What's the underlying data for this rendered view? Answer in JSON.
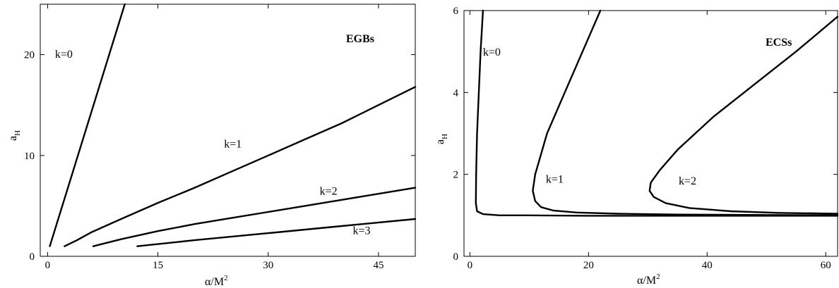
{
  "chart_data": [
    {
      "type": "line",
      "title": "EGBs",
      "xlabel_base": "α/M",
      "xlabel_sup": "2",
      "ylabel_base": "a",
      "ylabel_sub": "H",
      "xlim": [
        -1,
        50
      ],
      "ylim": [
        0,
        25
      ],
      "xticks": [
        0,
        15,
        30,
        45
      ],
      "yticks": [
        0,
        10,
        20
      ],
      "series": [
        {
          "name": "k=0",
          "x": [
            0.3,
            10.5
          ],
          "y": [
            1.0,
            25.0
          ]
        },
        {
          "name": "k=1",
          "x": [
            2.3,
            4,
            6,
            10,
            15,
            20,
            25,
            30,
            35,
            40,
            45,
            50
          ],
          "y": [
            1.0,
            1.6,
            2.4,
            3.7,
            5.3,
            6.8,
            8.4,
            10.0,
            11.6,
            13.2,
            15.0,
            16.8
          ]
        },
        {
          "name": "k=2",
          "x": [
            6.2,
            10,
            15,
            20,
            25,
            30,
            35,
            40,
            45,
            50
          ],
          "y": [
            1.0,
            1.7,
            2.5,
            3.2,
            3.8,
            4.4,
            5.0,
            5.6,
            6.2,
            6.8
          ]
        },
        {
          "name": "k=3",
          "x": [
            12.2,
            20,
            30,
            40,
            50
          ],
          "y": [
            1.0,
            1.6,
            2.3,
            3.0,
            3.7
          ]
        }
      ],
      "labels": [
        {
          "text": "k=0",
          "x": 1.0,
          "y": 19.7
        },
        {
          "text": "k=1",
          "x": 24.0,
          "y": 10.8
        },
        {
          "text": "k=2",
          "x": 37.0,
          "y": 6.1
        },
        {
          "text": "k=3",
          "x": 41.5,
          "y": 2.2
        }
      ]
    },
    {
      "type": "line",
      "title": "ECSs",
      "xlabel_base": "α/M",
      "xlabel_sup": "2",
      "ylabel_base": "a",
      "ylabel_sub": "H",
      "xlim": [
        -1,
        62
      ],
      "ylim": [
        0,
        6
      ],
      "xticks": [
        0,
        20,
        40,
        60
      ],
      "yticks": [
        0,
        2,
        4,
        6
      ],
      "series": [
        {
          "name": "k=0",
          "x": [
            2.2,
            1.8,
            1.5,
            1.2,
            1.05,
            1.0,
            1.2,
            2.2,
            5,
            10,
            20,
            40,
            62
          ],
          "y": [
            6.0,
            5.0,
            4.0,
            3.0,
            2.0,
            1.3,
            1.1,
            1.03,
            1.0,
            1.0,
            0.99,
            0.99,
            0.99
          ]
        },
        {
          "name": "k=1",
          "x": [
            22.0,
            19.0,
            16.0,
            13.0,
            11.0,
            10.6,
            11.0,
            12.0,
            14.0,
            18.0,
            25.0,
            35.0,
            50.0,
            62.0
          ],
          "y": [
            6.0,
            5.0,
            4.0,
            3.0,
            2.0,
            1.6,
            1.35,
            1.2,
            1.12,
            1.07,
            1.04,
            1.02,
            1.01,
            1.0
          ]
        },
        {
          "name": "k=2",
          "x": [
            62.0,
            55.0,
            48.0,
            41.0,
            35.0,
            32.0,
            30.5,
            30.3,
            31.0,
            33.0,
            37.0,
            44.0,
            52.0,
            62.0
          ],
          "y": [
            5.85,
            5.0,
            4.2,
            3.4,
            2.6,
            2.1,
            1.8,
            1.6,
            1.45,
            1.3,
            1.18,
            1.1,
            1.06,
            1.04
          ]
        }
      ],
      "labels": [
        {
          "text": "k=0",
          "x": 2.2,
          "y": 4.9
        },
        {
          "text": "k=1",
          "x": 12.8,
          "y": 1.8
        },
        {
          "text": "k=2",
          "x": 35.2,
          "y": 1.75
        }
      ]
    }
  ]
}
